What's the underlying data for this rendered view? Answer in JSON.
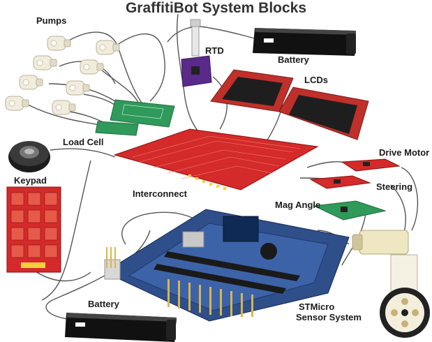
{
  "title": "GraffitiBot System Blocks",
  "labels": {
    "pumps": "Pumps",
    "battery_top": "Battery",
    "rtd": "RTD",
    "lcds": "LCDs",
    "load_cell": "Load Cell",
    "keypad": "Keypad",
    "interconnect": "Interconnect",
    "drive_motor": "Drive Motor",
    "steering": "Steering",
    "mag_angle": "Mag Angle",
    "battery_bottom": "Battery",
    "stmicro_line1": "STMicro",
    "stmicro_line2": "Sensor System"
  },
  "colors": {
    "pcb_red": "#d42a2a",
    "pcb_green": "#2f9a5a",
    "rtd_purple": "#5a2a8a",
    "nucleo_blue": "#2f4f8a",
    "battery_black": "#111111",
    "cable": "#555555",
    "pump_white": "#f1ecdc"
  }
}
